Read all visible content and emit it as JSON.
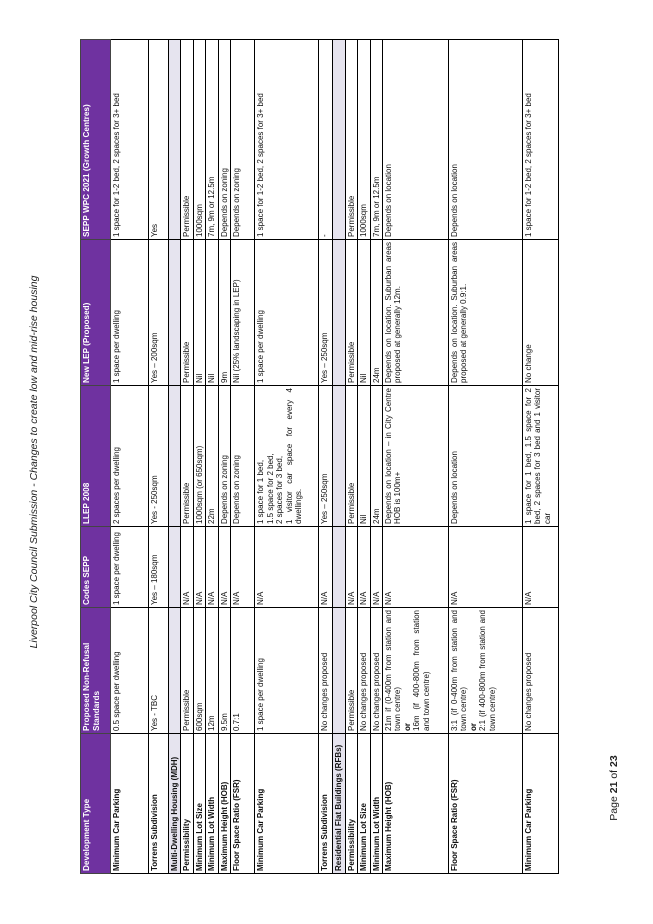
{
  "document": {
    "running_header": "Liverpool City Council Submission - Changes to create low and mid-rise housing",
    "page": {
      "prefix": "Page ",
      "current": "21",
      "middle": " of ",
      "total": "23"
    }
  },
  "table": {
    "headers": [
      "Development Type",
      "Proposed Non-Refusal Standards",
      "Codes SEPP",
      "LLEP 2008",
      "New LEP (Proposed)",
      "SEPP WPC 2021 (Growth Centres)"
    ],
    "top": {
      "car_parking": {
        "label": "Minimum Car Parking",
        "proposed": "0.5 space per dwelling",
        "codes": "1 space per dwelling",
        "llep": "2 spaces per dwelling",
        "new_lep": "1 space per dwelling",
        "sepp": "1 space for 1-2 bed, 2 spaces for 3+ bed"
      },
      "torrens": {
        "label": "Torrens Subdivision",
        "proposed": "Yes - TBC",
        "codes": "Yes – 180sqm",
        "llep": "Yes - 250sqm",
        "new_lep": "Yes – 200sqm",
        "sepp": "Yes"
      }
    },
    "mdh": {
      "section_title": "Multi-Dwelling Housing (MDH)",
      "permissibility": {
        "label": "Permissibility",
        "proposed": "Permissible",
        "codes": "N/A",
        "llep": "Permissible",
        "new_lep": "Permissible",
        "sepp": "Permissible"
      },
      "lot_size": {
        "label": "Minimum Lot Size",
        "proposed": "600sqm",
        "codes": "N/A",
        "llep": "1000sqm (or 650sqm)",
        "new_lep": "Nil",
        "sepp": "1000sqm"
      },
      "lot_width": {
        "label": "Minimum Lot Width",
        "proposed": "12m",
        "codes": "N/A",
        "llep": "22m",
        "new_lep": "Nil",
        "sepp": "7m, 9m or 12.5m"
      },
      "height": {
        "label": "Maximum Height (HOB)",
        "proposed": "9.5m",
        "codes": "N/A",
        "llep": "Depends on zoning",
        "new_lep": "9m",
        "sepp": "Depends on zoning"
      },
      "fsr": {
        "label": "Floor Space Ratio (FSR)",
        "proposed": "0.7:1",
        "codes": "N/A",
        "llep": "Depends on zoning",
        "new_lep": "Nil (25% landscaping in LEP)",
        "sepp": "Depends on zoning"
      },
      "car_parking": {
        "label": "Minimum Car Parking",
        "proposed": "1 space per dwelling",
        "codes": "N/A",
        "llep": {
          "line1": "1 space for 1 bed,",
          "line2": "1.5 space for 2 bed,",
          "line3": "2 spaces for 3 bed,",
          "line4": "1 visitor car space for every 4 dwellings."
        },
        "new_lep": "1 space per dwelling",
        "sepp": "1 space for 1-2 bed, 2 spaces for 3+ bed"
      },
      "torrens": {
        "label": "Torrens Subdivision",
        "proposed": "No changes proposed",
        "codes": "N/A",
        "llep": "Yes – 250sqm",
        "new_lep": "Yes – 250sqm",
        "sepp": "-"
      }
    },
    "rfb": {
      "section_title": "Residential Flat Buildings (RFBs)",
      "permissibility": {
        "label": "Permissibility",
        "proposed": "Permissible",
        "codes": "N/A",
        "llep": "Permissible",
        "new_lep": "Permissible",
        "sepp": "Permissible"
      },
      "lot_size": {
        "label": "Minimum Lot Size",
        "proposed": "No changes proposed",
        "codes": "N/A",
        "llep": "Nil",
        "new_lep": "Nil",
        "sepp": "1000sqm"
      },
      "lot_width": {
        "label": "Minimum Lot Width",
        "proposed": "No changes proposed",
        "codes": "N/A",
        "llep": "24m",
        "new_lep": "24m",
        "sepp": "7m, 9m or 12.5m"
      },
      "height": {
        "label": "Maximum Height (HOB)",
        "proposed": {
          "a": "21m if (0-400m from station and town centre)",
          "or": "or",
          "b": "16m (if 400-800m from station and town centre)"
        },
        "codes": "N/A",
        "llep": "Depends on location – in City Centre HOB is 100m+",
        "new_lep": "Depends on location. Suburban areas proposed at generally 12m.",
        "sepp": "Depends on location"
      },
      "fsr": {
        "label": "Floor Space Ratio (FSR)",
        "proposed": {
          "a": "3:1 (if 0-400m from station and town centre)",
          "or": "or",
          "b": "2:1 (if 400-800m from station and town centre)"
        },
        "codes": "N/A",
        "llep": "Depends on location",
        "new_lep": "Depends on location. Suburban areas proposed at generally 0.9:1.",
        "sepp": "Depends on location"
      },
      "car_parking": {
        "label": "Minimum Car Parking",
        "proposed": "No changes proposed",
        "codes": "N/A",
        "llep": "1 space for 1 bed, 1.5 space for 2 bed, 2 spaces for 3 bed and 1 visitor car",
        "new_lep": "No change",
        "sepp": "1 space for 1-2 bed, 2 spaces for 3+ bed"
      }
    }
  }
}
